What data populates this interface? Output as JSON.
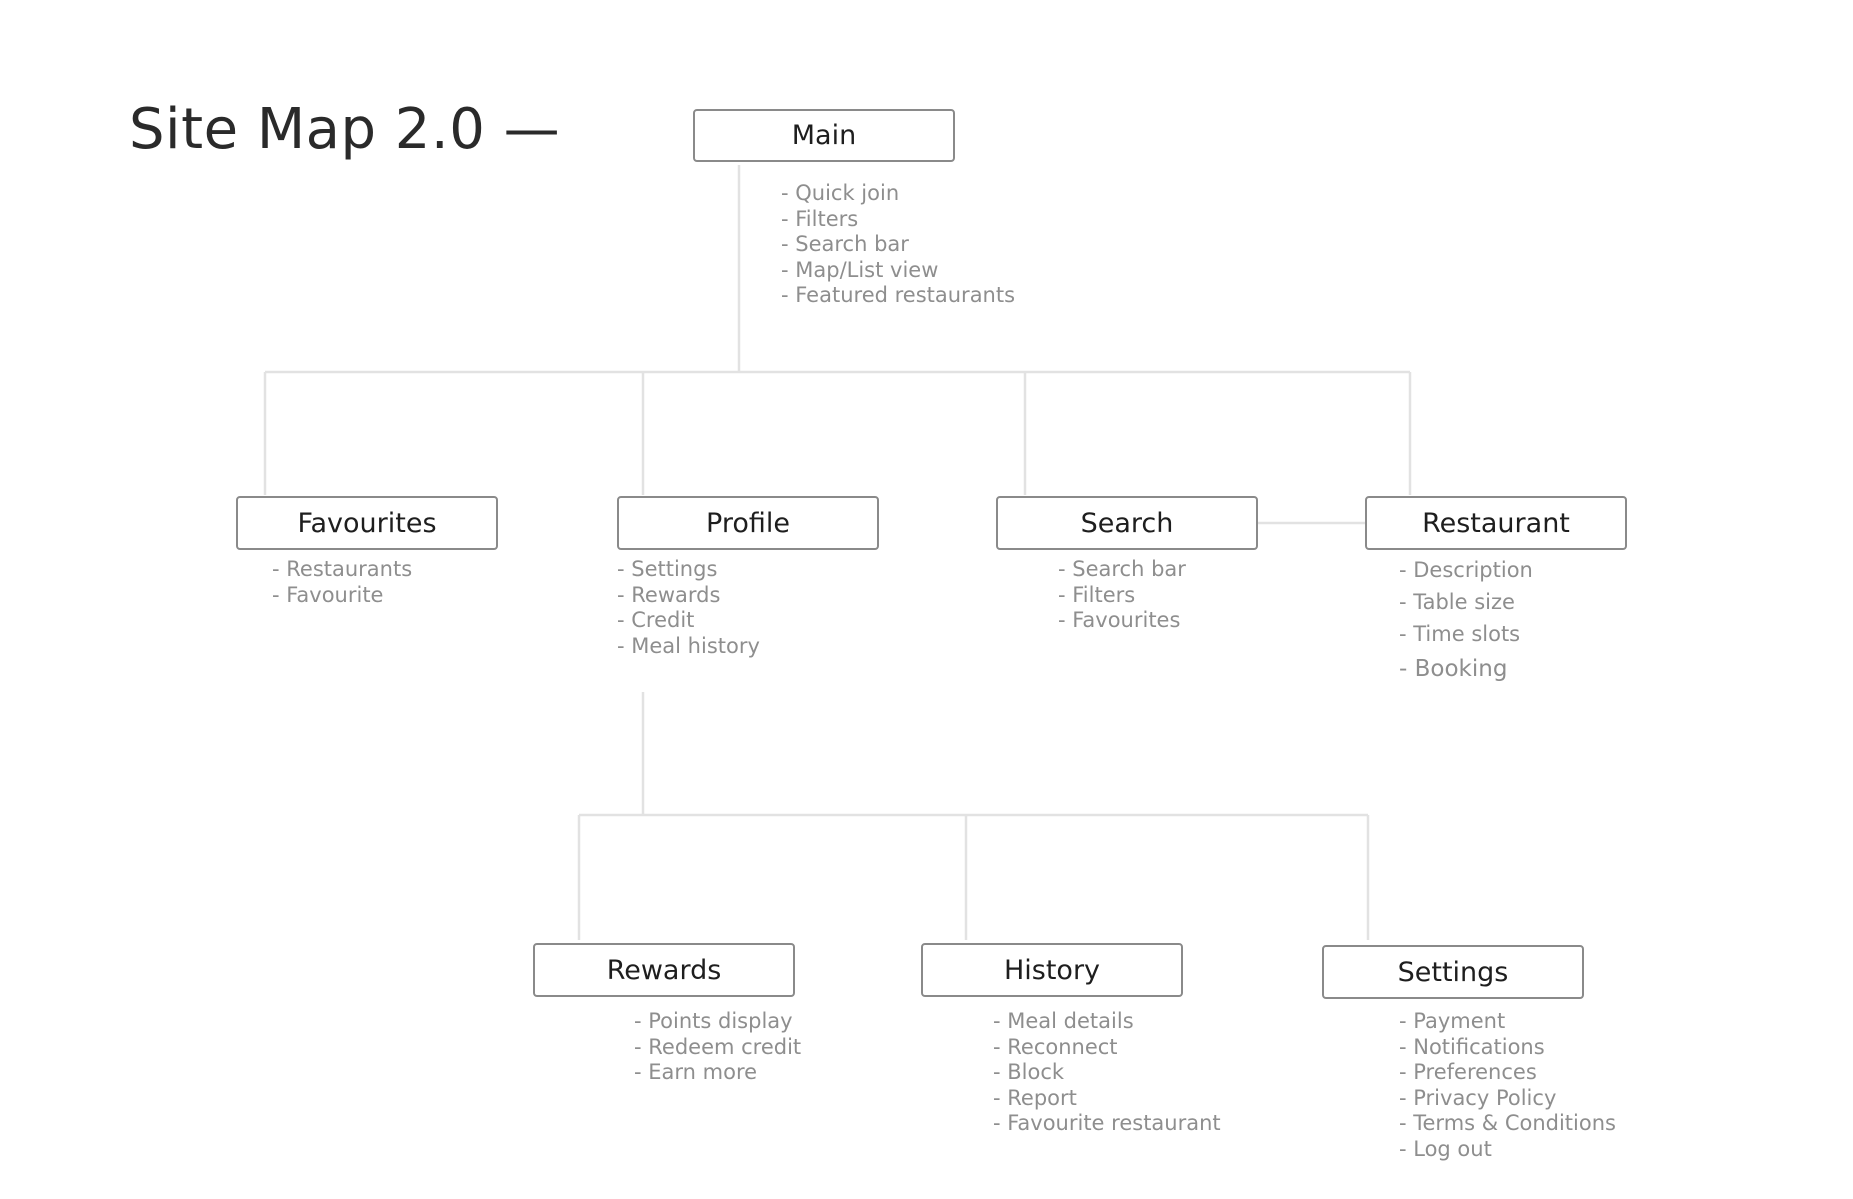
{
  "title": "Site Map 2.0 —",
  "nodes": {
    "main": {
      "label": "Main",
      "items": [
        "- Quick join",
        "- Filters",
        "- Search bar",
        "- Map/List view",
        "- Featured restaurants"
      ]
    },
    "favourites": {
      "label": "Favourites",
      "items": [
        "- Restaurants",
        "- Favourite"
      ]
    },
    "profile": {
      "label": "Profile",
      "items": [
        "- Settings",
        "- Rewards",
        "- Credit",
        "- Meal history"
      ]
    },
    "search": {
      "label": "Search",
      "items": [
        "- Search bar",
        "- Filters",
        "- Favourites"
      ]
    },
    "restaurant": {
      "label": "Restaurant",
      "items": [
        "- Description",
        "- Table size",
        "- Time slots",
        "- Booking"
      ]
    },
    "rewards": {
      "label": "Rewards",
      "items": [
        "- Points display",
        "- Redeem credit",
        "- Earn more"
      ]
    },
    "history": {
      "label": "History",
      "items": [
        "- Meal details",
        "- Reconnect",
        "- Block",
        "- Report",
        "- Favourite restaurant"
      ]
    },
    "settings": {
      "label": "Settings",
      "items": [
        "- Payment",
        "- Notifications",
        "- Preferences",
        "- Privacy Policy",
        "- Terms & Conditions",
        "- Log out"
      ]
    }
  },
  "colors": {
    "connector": "#e2e2e2",
    "node_border": "#8a8a8a",
    "item_text": "#8e8e8e"
  }
}
